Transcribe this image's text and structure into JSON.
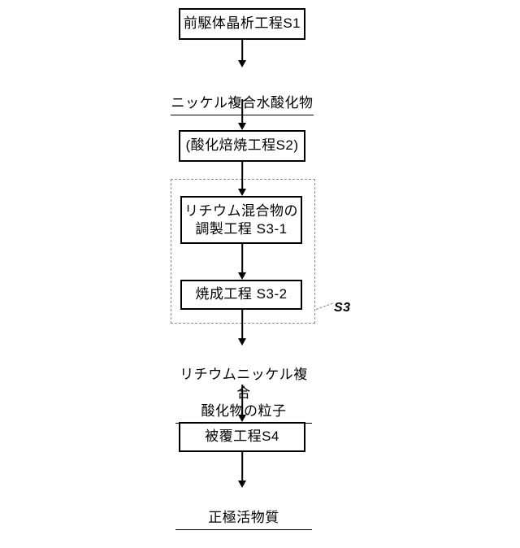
{
  "diagram": {
    "type": "flowchart",
    "orientation": "vertical",
    "title": "",
    "accent_color": "#000000",
    "group_border_color": "#8a8a8a",
    "background": "#ffffff",
    "nodes": [
      {
        "id": "s1",
        "kind": "process",
        "label": "前駆体晶析工程S1"
      },
      {
        "id": "note1",
        "kind": "material",
        "label": "ニッケル複合水酸化物"
      },
      {
        "id": "s2",
        "kind": "process",
        "label": "(酸化焙焼工程S2)"
      },
      {
        "id": "s3_1",
        "kind": "process",
        "label": "リチウム混合物の\n調製工程  S3-1"
      },
      {
        "id": "s3_2",
        "kind": "process",
        "label": "焼成工程  S3-2"
      },
      {
        "id": "note2",
        "kind": "material",
        "label": "リチウムニッケル複合\n酸化物の粒子"
      },
      {
        "id": "s4",
        "kind": "process",
        "label": "被覆工程S4"
      },
      {
        "id": "note3",
        "kind": "material",
        "label": "正極活物質"
      }
    ],
    "group": {
      "id": "s3",
      "label": "S3",
      "members": [
        "s3_1",
        "s3_2"
      ],
      "style": "dashed"
    },
    "edges": [
      {
        "from": "s1",
        "to": "note1",
        "style": "arrow"
      },
      {
        "from": "note1",
        "to": "s2",
        "style": "arrow"
      },
      {
        "from": "s2",
        "to": "s3_1",
        "style": "arrow"
      },
      {
        "from": "s3_1",
        "to": "s3_2",
        "style": "arrow"
      },
      {
        "from": "s3_2",
        "to": "note2",
        "style": "arrow"
      },
      {
        "from": "note2",
        "to": "s4",
        "style": "arrow"
      },
      {
        "from": "s4",
        "to": "note3",
        "style": "arrow"
      }
    ]
  }
}
